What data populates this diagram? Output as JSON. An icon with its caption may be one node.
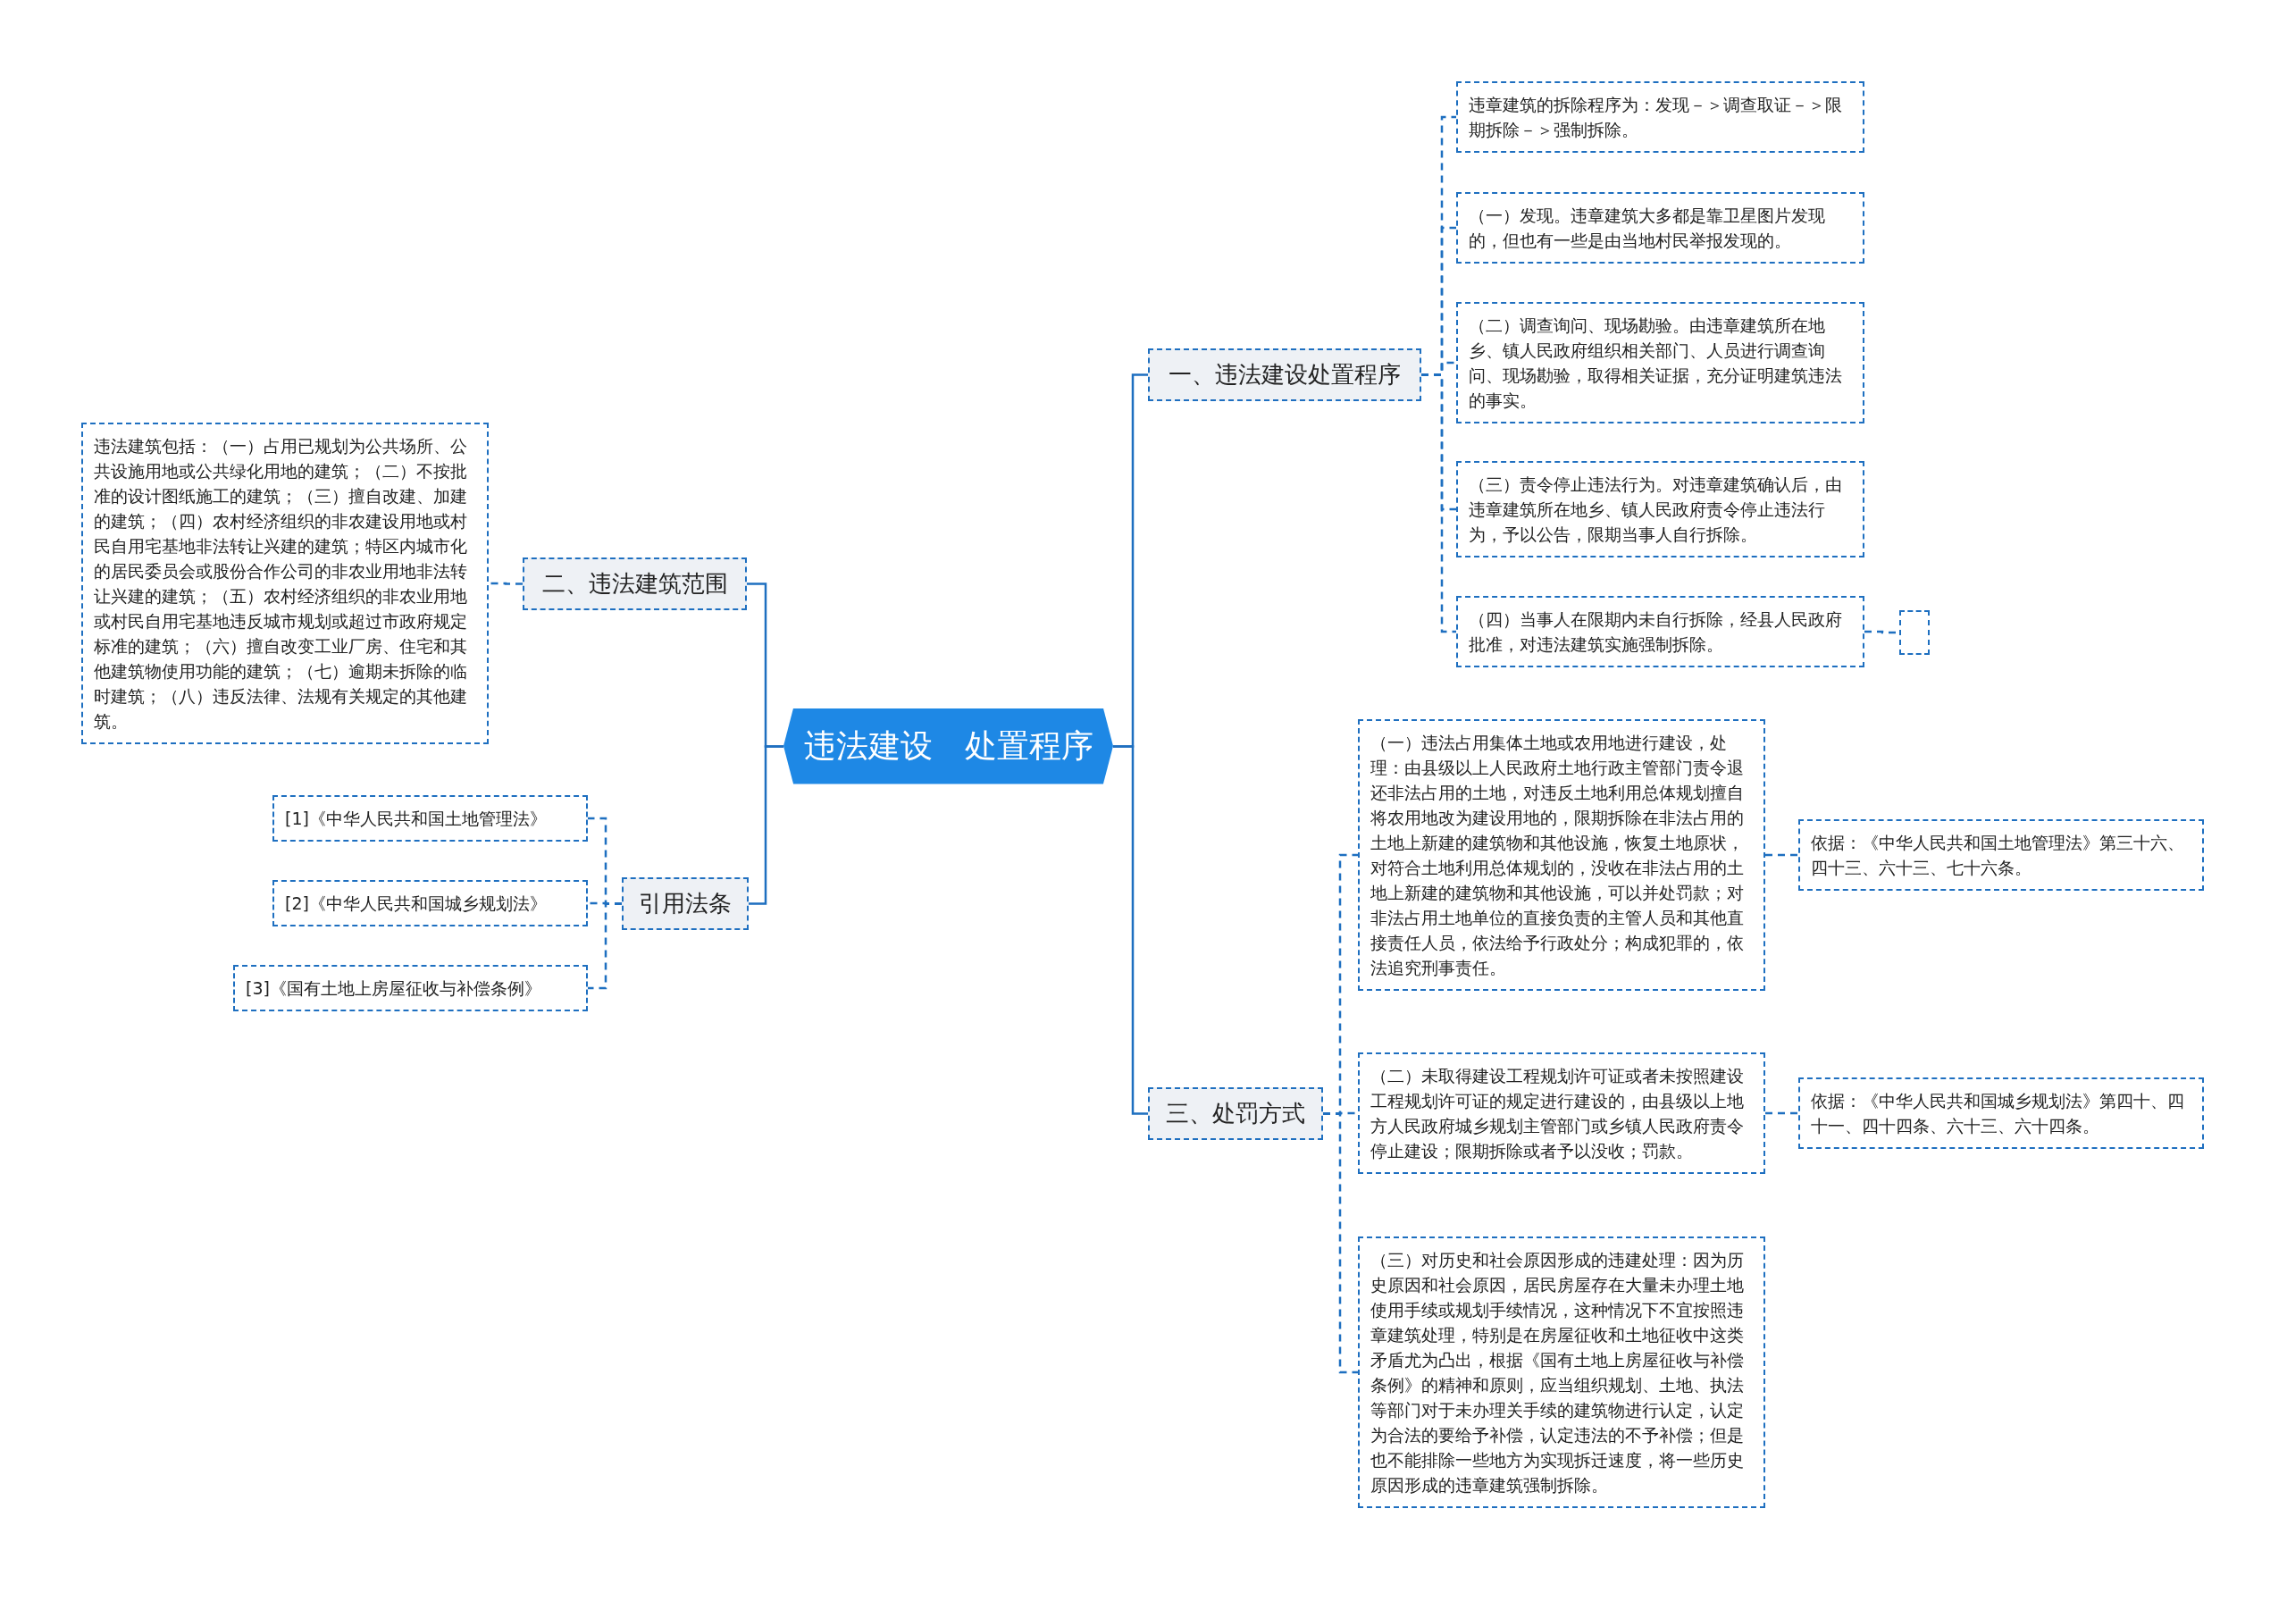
{
  "diagram": {
    "nodes": [
      {
        "text": [
          "违法建设　处置程序"
        ]
      },
      {
        "text": [
          "一、违法建设处置程序"
        ]
      },
      {
        "text": [
          "违章建筑的拆除程序为：发现－＞调查取证－＞限期拆除－＞强制拆除。"
        ]
      },
      {
        "text": [
          "（一）发现。违章建筑大多都是靠卫星图片发现的，但也有一些是由当地村民举报发现的。"
        ]
      },
      {
        "text": [
          "（二）调查询问、现场勘验。由违章建筑所在地乡、镇人民政府组织相关部门、人员进行调查询问、现场勘验，取得相关证据，充分证明建筑违法的事实。"
        ]
      },
      {
        "text": [
          "（三）责令停止违法行为。对违章建筑确认后，由违章建筑所在地乡、镇人民政府责令停止违法行为，予以公告，限期当事人自行拆除。"
        ]
      },
      {
        "text": [
          "（四）当事人在限期内未自行拆除，经县人民政府批准，对违法建筑实施强制拆除。"
        ]
      },
      {
        "text": [],
        "shape": "box"
      },
      {
        "text": [
          "二、违法建筑范围"
        ]
      },
      {
        "text": [
          "违法建筑包括：（一）占用已规划为公共场所、公共设施用地或公共绿化用地的建筑；（二）不按批准的设计图纸施工的建筑；（三）擅自改建、加建的建筑；（四）农村经济组织的非农建设用地或村民自用宅基地非法转让兴建的建筑；特区内城市化的居民委员会或股份合作公司的非农业用地非法转让兴建的建筑；（五）农村经济组织的非农业用地或村民自用宅基地违反城市规划或超过市政府规定标准的建筑；（六）擅自改变工业厂房、住宅和其他建筑物使用功能的建筑；（七）逾期未拆除的临时建筑；（八）违反法律、法规有关规定的其他建筑。"
        ]
      },
      {
        "text": [
          "引用法条"
        ]
      },
      {
        "text": [
          "[1]《中华人民共和国土地管理法》"
        ]
      },
      {
        "text": [
          "[2]《中华人民共和国城乡规划法》"
        ]
      },
      {
        "text": [
          "[3]《国有土地上房屋征收与补偿条例》"
        ]
      },
      {
        "text": [
          "三、处罚方式"
        ]
      },
      {
        "text": [
          "（一）违法占用集体土地或农用地进行建设，处理：由县级以上人民政府土地行政主管部门责令退还非法占用的土地，对违反土地利用总体规划擅自将农用地改为建设用地的，限期拆除在非法占用的土地上新建的建筑物和其他设施，恢复土地原状，对符合土地利用总体规划的，没收在非法占用的土地上新建的建筑物和其他设施，可以并处罚款；对非法占用土地单位的直接负责的主管人员和其他直接责任人员，依法给予行政处分；构成犯罪的，依法追究刑事责任。"
        ]
      },
      {
        "text": [
          "依据：《中华人民共和国土地管理法》第三十六、四十三、六十三、七十六条。"
        ]
      },
      {
        "text": [
          "（二）未取得建设工程规划许可证或者未按照建设工程规划许可证的规定进行建设的，由县级以上地方人民政府城乡规划主管部门或乡镇人民政府责令停止建设；限期拆除或者予以没收；罚款。"
        ]
      },
      {
        "text": [
          "依据：《中华人民共和国城乡规划法》第四十、四十一、四十四条、六十三、六十四条。"
        ]
      },
      {
        "text": [
          "（三）对历史和社会原因形成的违建处理：因为历史原因和社会原因，居民房屋存在大量未办理土地使用手续或规划手续情况，这种情况下不宜按照违章建筑处理，特别是在房屋征收和土地征收中这类矛盾尤为凸出，根据《国有土地上房屋征收与补偿条例》的精神和原则，应当组织规划、土地、执法等部门对于未办理关手续的建筑物进行认定，认定为合法的要给予补偿，认定违法的不予补偿；但是也不能排除一些地方为实现拆迁速度，将一些历史原因形成的违章建筑强制拆除。"
        ]
      }
    ],
    "edges": [
      {
        "from": 0,
        "to": 1,
        "arrow": "none"
      },
      {
        "from": 0,
        "to": 8,
        "arrow": "none"
      },
      {
        "from": 0,
        "to": 10,
        "arrow": "none"
      },
      {
        "from": 0,
        "to": 14,
        "arrow": "none"
      },
      {
        "from": 1,
        "to": 2,
        "arrow": "none",
        "style": "dashed"
      },
      {
        "from": 1,
        "to": 3,
        "arrow": "none",
        "style": "dashed"
      },
      {
        "from": 1,
        "to": 4,
        "arrow": "none",
        "style": "dashed"
      },
      {
        "from": 1,
        "to": 5,
        "arrow": "none",
        "style": "dashed"
      },
      {
        "from": 1,
        "to": 6,
        "arrow": "none",
        "style": "dashed"
      },
      {
        "from": 6,
        "to": 7,
        "arrow": "none",
        "style": "dashed"
      },
      {
        "from": 8,
        "to": 9,
        "arrow": "none",
        "style": "dashed"
      },
      {
        "from": 10,
        "to": 11,
        "arrow": "none",
        "style": "dashed"
      },
      {
        "from": 10,
        "to": 12,
        "arrow": "none",
        "style": "dashed"
      },
      {
        "from": 10,
        "to": 13,
        "arrow": "none",
        "style": "dashed"
      },
      {
        "from": 14,
        "to": 15,
        "arrow": "none",
        "style": "dashed"
      },
      {
        "from": 14,
        "to": 17,
        "arrow": "none",
        "style": "dashed"
      },
      {
        "from": 14,
        "to": 19,
        "arrow": "none",
        "style": "dashed"
      },
      {
        "from": 15,
        "to": 16,
        "arrow": "none",
        "style": "dashed"
      },
      {
        "from": 17,
        "to": 18,
        "arrow": "none",
        "style": "dashed"
      }
    ]
  }
}
